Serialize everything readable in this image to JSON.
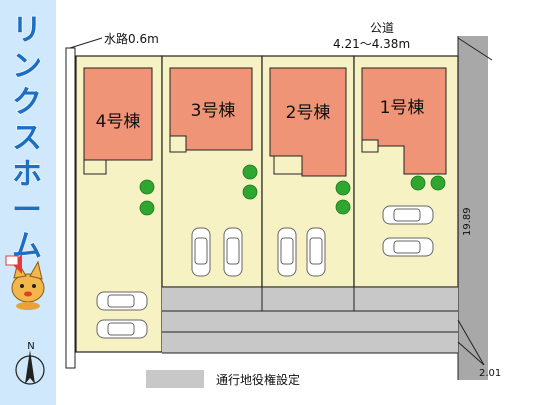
{
  "brand": {
    "chars": [
      "リ",
      "ン",
      "ク",
      "ス",
      "ホ",
      "ー",
      "ム"
    ],
    "brand_color": "#1d6fc4"
  },
  "map": {
    "waterway_label": "水路0.6m",
    "road_label": "公道",
    "road_width_label": "4.21〜4.38m",
    "side_dim_label": "19.89",
    "bottom_dim_label": "2.01",
    "north_label": "N",
    "buildings": [
      {
        "label": "4号棟"
      },
      {
        "label": "3号棟"
      },
      {
        "label": "2号棟"
      },
      {
        "label": "1号棟"
      }
    ],
    "colors": {
      "lot": "#f7f2c4",
      "building": "#ef9477",
      "easement": "#c8c8c8",
      "road": "#a8a8a8",
      "tree": "#2fa62f"
    }
  },
  "legend": {
    "label": "通行地役権設定"
  }
}
